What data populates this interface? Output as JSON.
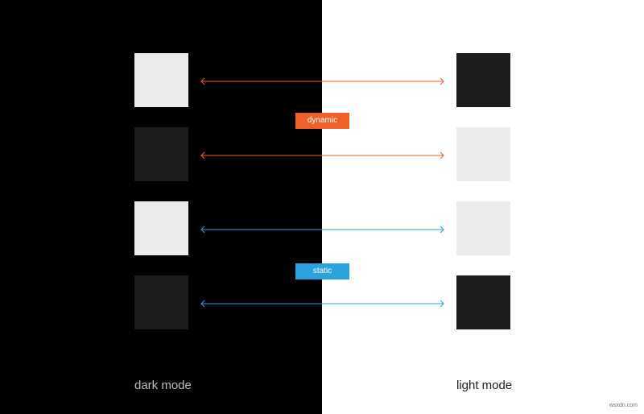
{
  "colors": {
    "dark_bg": "#000000",
    "light_bg": "#ffffff",
    "dark_square": "#1c1c1e",
    "light_square": "#ececec",
    "dynamic": "#f0612a",
    "static": "#2ba2dc"
  },
  "labels": {
    "dark_mode": "dark mode",
    "light_mode": "light mode",
    "dynamic": "dynamic",
    "static": "static",
    "watermark": "wsxdn.com"
  },
  "rows": [
    {
      "left": "light",
      "right": "dark",
      "arrow": "dynamic"
    },
    {
      "left": "dark",
      "right": "light",
      "arrow": "dynamic"
    },
    {
      "left": "light",
      "right": "light",
      "arrow": "static"
    },
    {
      "left": "dark",
      "right": "dark",
      "arrow": "static"
    }
  ]
}
